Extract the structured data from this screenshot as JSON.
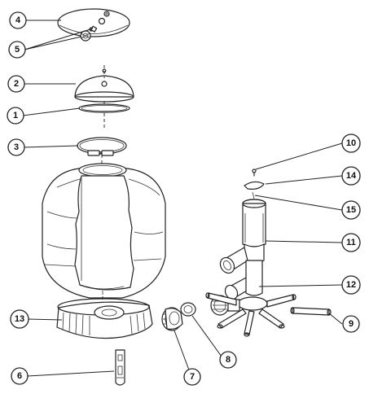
{
  "callouts": [
    {
      "id": "4",
      "label": "4"
    },
    {
      "id": "5",
      "label": "5"
    },
    {
      "id": "2",
      "label": "2"
    },
    {
      "id": "1",
      "label": "1"
    },
    {
      "id": "3",
      "label": "3"
    },
    {
      "id": "10",
      "label": "10"
    },
    {
      "id": "14",
      "label": "14"
    },
    {
      "id": "15",
      "label": "15"
    },
    {
      "id": "11",
      "label": "11"
    },
    {
      "id": "12",
      "label": "12"
    },
    {
      "id": "13",
      "label": "13"
    },
    {
      "id": "9",
      "label": "9"
    },
    {
      "id": "8",
      "label": "8"
    },
    {
      "id": "7",
      "label": "7"
    },
    {
      "id": "6",
      "label": "6"
    }
  ]
}
